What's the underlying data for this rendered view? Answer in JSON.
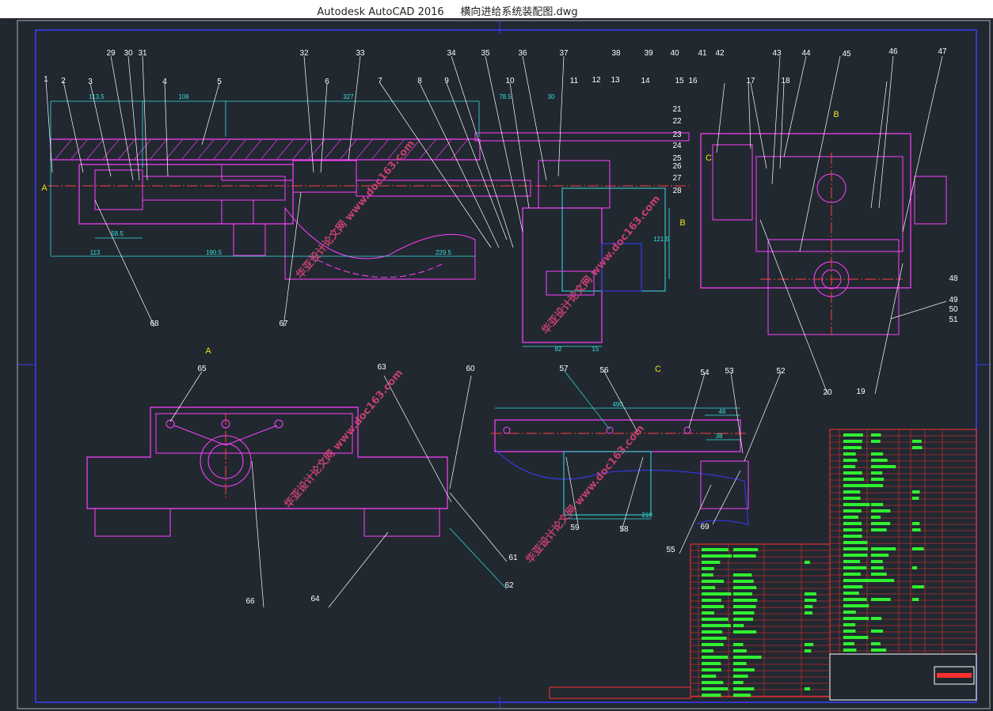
{
  "window": {
    "app_title": "Autodesk AutoCAD 2016",
    "file_name": "横向进给系统装配图.dwg"
  },
  "view_labels": {
    "a": "A",
    "b": "B",
    "c": "C"
  },
  "part_numbers": [
    "1",
    "2",
    "3",
    "29",
    "30",
    "31",
    "4",
    "5",
    "32",
    "6",
    "33",
    "7",
    "8",
    "9",
    "34",
    "35",
    "10",
    "36",
    "37",
    "11",
    "12",
    "13",
    "38",
    "39",
    "40",
    "14",
    "15",
    "21",
    "22",
    "23",
    "24",
    "25",
    "26",
    "27",
    "28",
    "41",
    "42",
    "16",
    "17",
    "18",
    "43",
    "44",
    "45",
    "46",
    "47",
    "48",
    "49",
    "50",
    "51",
    "19",
    "20",
    "67",
    "68",
    "65",
    "66",
    "63",
    "64",
    "60",
    "61",
    "62",
    "57",
    "56",
    "54",
    "53",
    "52",
    "58",
    "59",
    "55",
    "69"
  ],
  "dimensions": [
    "113.5",
    "106",
    "327",
    "78.5",
    "30",
    "58.5",
    "113",
    "190.5",
    "229.5",
    "121.5",
    "82",
    "15",
    "490",
    "46",
    "38",
    "210"
  ],
  "watermark": "华亚设计论文网 www.doc163.com",
  "colors": {
    "background": "#212830",
    "outline": "#ff40ff",
    "dimension": "#34e0e0",
    "leader": "#ffffff",
    "title_block_text": "#30f030",
    "title_block_grid": "#ff3030",
    "view_label": "#f0e020"
  }
}
